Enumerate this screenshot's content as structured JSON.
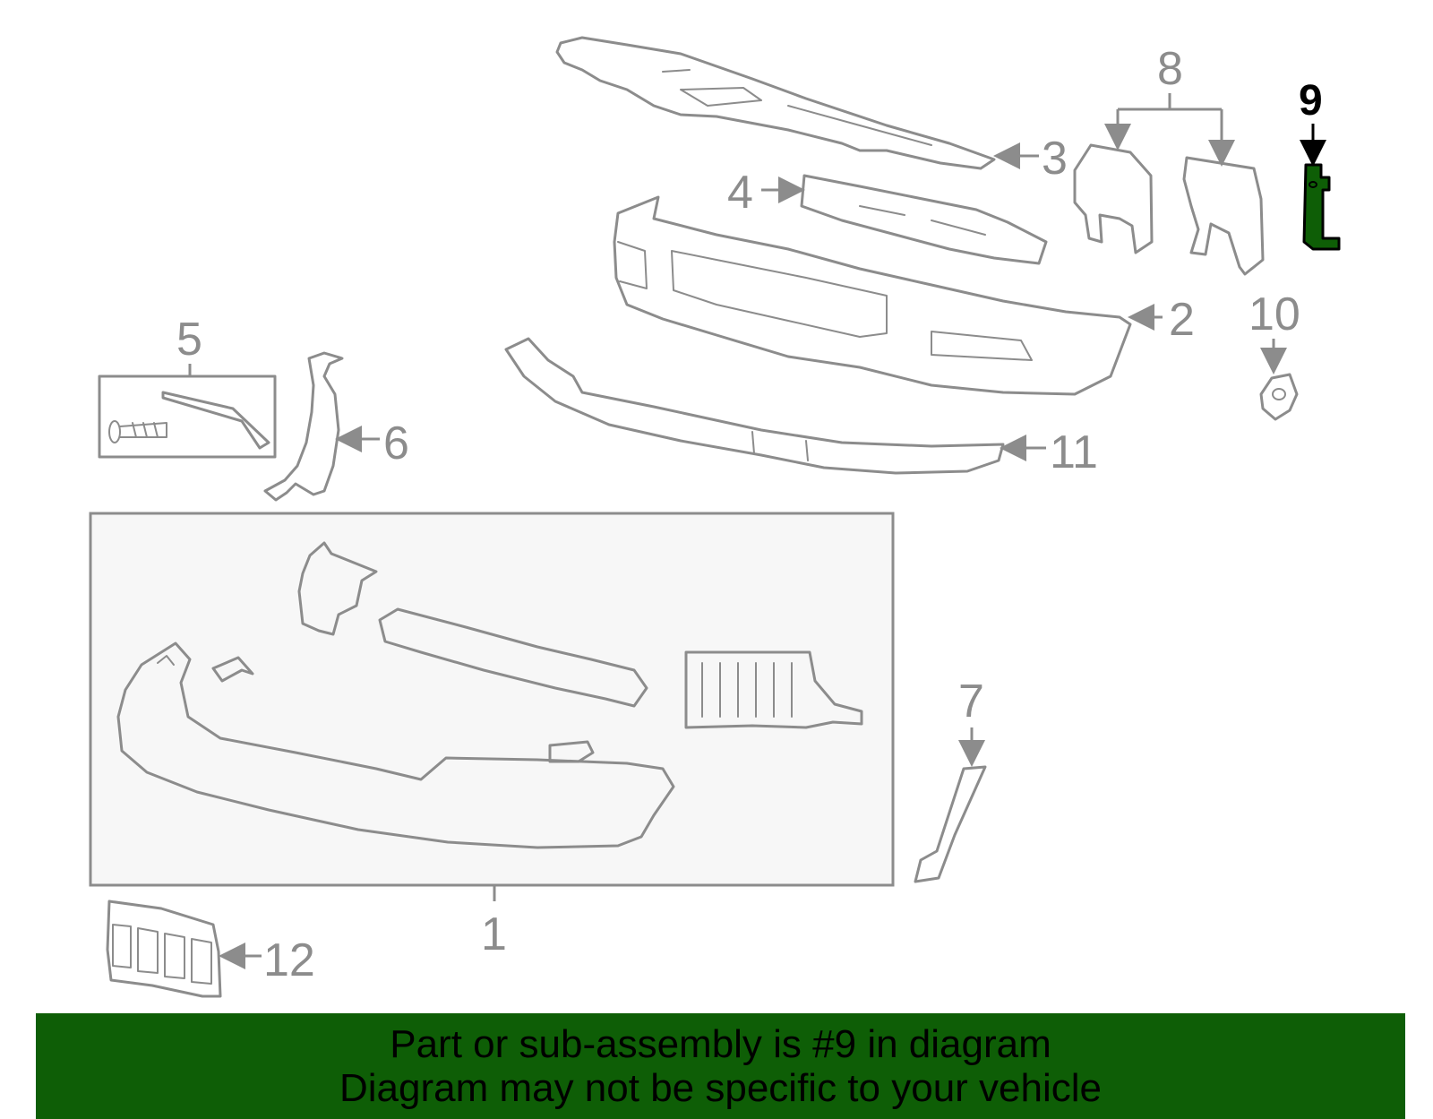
{
  "diagram": {
    "callouts": [
      {
        "id": "1",
        "label": "1"
      },
      {
        "id": "2",
        "label": "2"
      },
      {
        "id": "3",
        "label": "3"
      },
      {
        "id": "4",
        "label": "4"
      },
      {
        "id": "5",
        "label": "5"
      },
      {
        "id": "6",
        "label": "6"
      },
      {
        "id": "7",
        "label": "7"
      },
      {
        "id": "8",
        "label": "8"
      },
      {
        "id": "9",
        "label": "9",
        "highlighted": true
      },
      {
        "id": "10",
        "label": "10"
      },
      {
        "id": "11",
        "label": "11"
      },
      {
        "id": "12",
        "label": "12"
      }
    ],
    "highlight_color": "#0e5e06"
  },
  "banner": {
    "line1": "Part or sub-assembly is #9 in diagram",
    "line2": "Diagram may not be specific to your vehicle",
    "background": "#0e5e06"
  }
}
